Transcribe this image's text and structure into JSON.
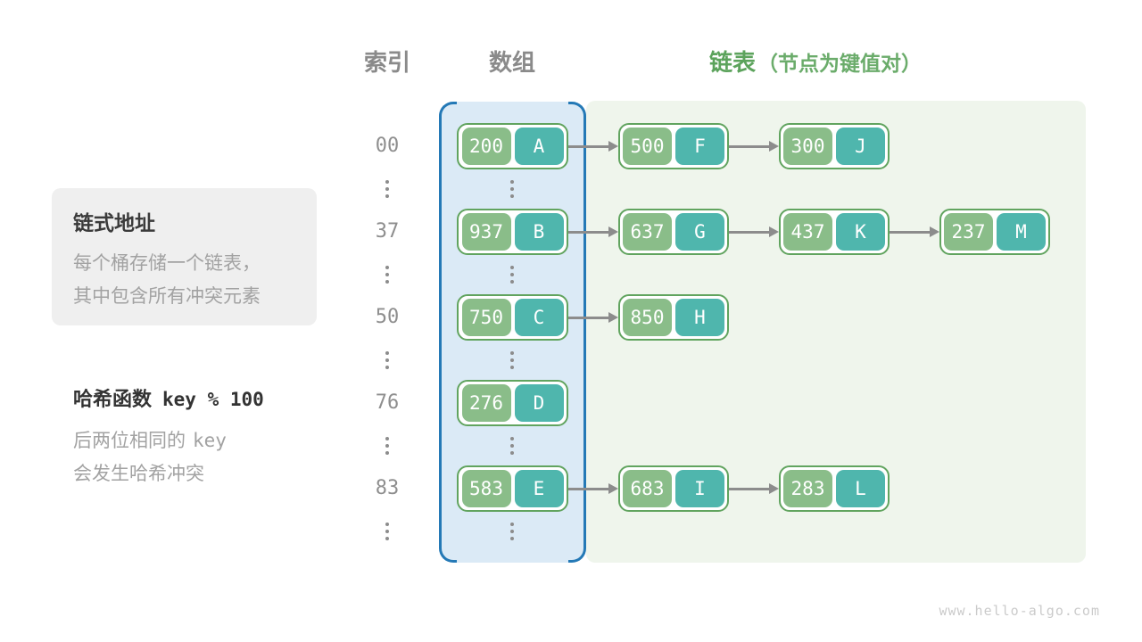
{
  "headers": {
    "index": "索引",
    "array": "数组",
    "list": "链表",
    "list_note": "（节点为键值对）"
  },
  "info_box": {
    "title": "链式地址",
    "line1": "每个桶存储一个链表，",
    "line2": "其中包含所有冲突元素"
  },
  "hash_note": {
    "title": "哈希函数",
    "formula": "key % 100",
    "line1_text": "后两位相同的",
    "line1_code": "key",
    "line2": "会发生哈希冲突"
  },
  "rows": [
    {
      "index": "00",
      "nodes": [
        {
          "key": "200",
          "value": "A"
        },
        {
          "key": "500",
          "value": "F"
        },
        {
          "key": "300",
          "value": "J"
        }
      ]
    },
    {
      "index": "37",
      "nodes": [
        {
          "key": "937",
          "value": "B"
        },
        {
          "key": "637",
          "value": "G"
        },
        {
          "key": "437",
          "value": "K"
        },
        {
          "key": "237",
          "value": "M"
        }
      ]
    },
    {
      "index": "50",
      "nodes": [
        {
          "key": "750",
          "value": "C"
        },
        {
          "key": "850",
          "value": "H"
        }
      ]
    },
    {
      "index": "76",
      "nodes": [
        {
          "key": "276",
          "value": "D"
        }
      ]
    },
    {
      "index": "83",
      "nodes": [
        {
          "key": "583",
          "value": "E"
        },
        {
          "key": "683",
          "value": "I"
        },
        {
          "key": "283",
          "value": "L"
        }
      ]
    }
  ],
  "ellipsis_indicator": "vertical-dots",
  "watermark": "www.hello-algo.com",
  "colors": {
    "key_pill": "#8ABD89",
    "value_pill": "#4FB6AD",
    "node_border": "#61A45F",
    "array_fill": "#DBEAF6",
    "array_border": "#2479B6",
    "list_fill": "#EFF5EC",
    "accent_green": "#5CA35C",
    "header_gray": "#8A8A8A",
    "arrow_gray": "#8C8C8C"
  }
}
